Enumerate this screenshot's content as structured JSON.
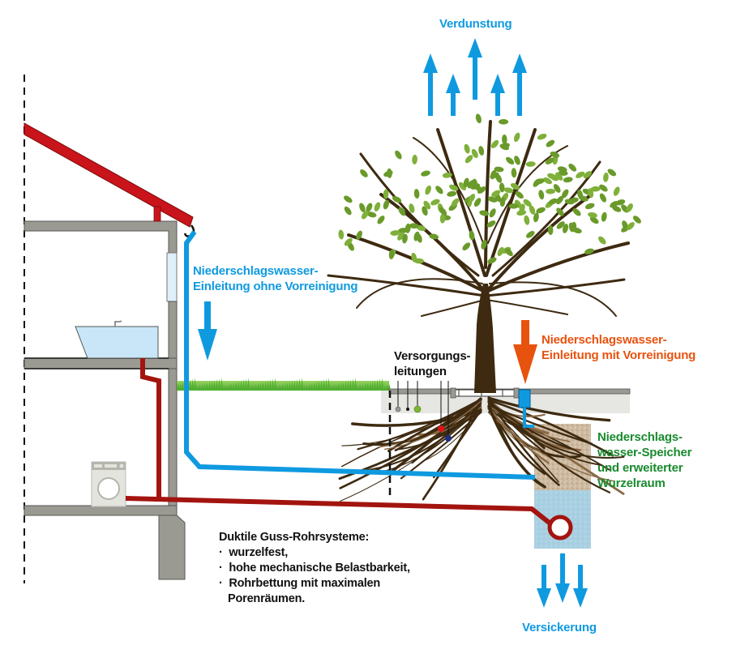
{
  "colors": {
    "water_blue": "#0f9ae0",
    "rain_orange": "#e8520f",
    "wastewater_red": "#a3140f",
    "roof_red": "#c8141a",
    "wall_gray": "#9b9a92",
    "leaf_green": "#6a9a2a",
    "trunk_brown": "#3d2a10",
    "storage_beige": "#c9b49a",
    "infiltration_blue": "#a8d0e3",
    "label_green": "#1a8a2e",
    "grass_green": "#5cb82e"
  },
  "labels": {
    "evaporation": "Verdunstung",
    "inlet_without_pretreatment": [
      "Niederschlagswasser-",
      "Einleitung ohne Vorreinigung"
    ],
    "inlet_with_pretreatment": [
      "Niederschlagswasser-",
      "Einleitung mit Vorreinigung"
    ],
    "supply_lines": [
      "Versorgungs-",
      "leitungen"
    ],
    "storage": [
      "Niederschlags-",
      "wasser-Speicher",
      "und erweiterter",
      "Wurzelraum"
    ],
    "infiltration": "Versickerung"
  },
  "info_box": {
    "title": "Duktile Guss-Rohrsysteme:",
    "bullet": "·",
    "items": [
      "wurzelfest,",
      "hohe mechanische Belastbarkeit,",
      "Rohrbettung mit maximalen Porenräumen."
    ],
    "item_lines": [
      [
        "wurzelfest,"
      ],
      [
        "hohe mechanische Belastbarkeit,"
      ],
      [
        "Rohrbettung mit maximalen",
        "Porenräumen."
      ]
    ]
  },
  "diagram_elements": {
    "house": [
      "roof",
      "gutter",
      "upper-floor",
      "middle-floor",
      "ground-floor",
      "window",
      "sink",
      "washing-machine",
      "foundation"
    ],
    "pipes": [
      "rainwater-downpipe",
      "wastewater-pipe",
      "pretreated-inlet-pipe"
    ],
    "tree": [
      "trunk",
      "crown",
      "roots"
    ],
    "ground": [
      "grass-strip",
      "pavement",
      "tree-grate",
      "storage-zone",
      "infiltration-zone"
    ],
    "supply_line_dots": [
      "gray",
      "black",
      "green",
      "red",
      "navy"
    ],
    "evaporation_arrow_count": 5,
    "infiltration_arrow_count": 3
  }
}
